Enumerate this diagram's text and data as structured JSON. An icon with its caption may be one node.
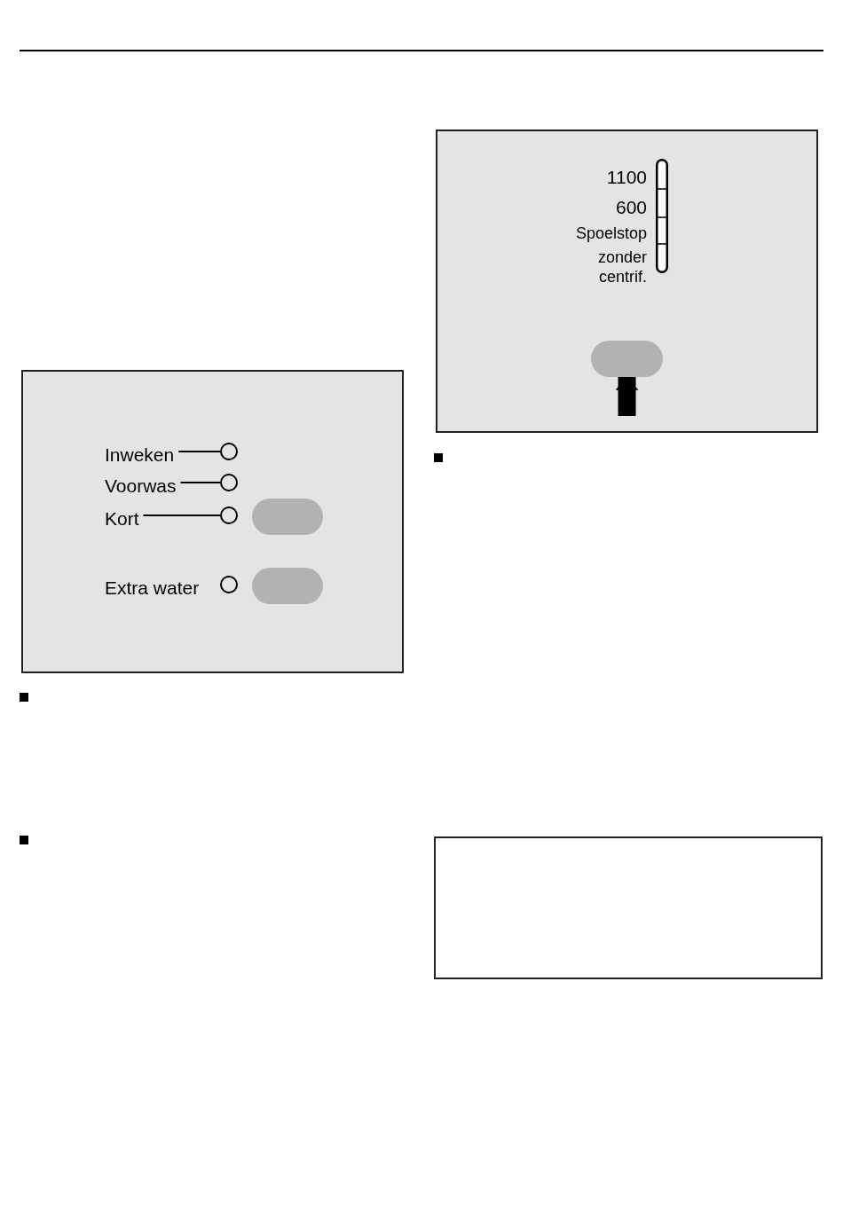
{
  "diagram": {
    "nodes": [
      {
        "text": [],
        "shape": "box"
      },
      {
        "text": [
          "Inweken"
        ],
        "in": 0
      },
      {
        "text": [
          "Voorwas"
        ],
        "in": 0
      },
      {
        "text": [
          "Kort"
        ],
        "in": 0
      },
      {
        "text": [
          "Extra water"
        ],
        "in": 0
      },
      {
        "text": [],
        "shape": "circle",
        "in": 0
      },
      {
        "text": [],
        "shape": "circle",
        "in": 0
      },
      {
        "text": [],
        "shape": "circle",
        "in": 0
      },
      {
        "text": [],
        "shape": "circle",
        "in": 0
      },
      {
        "text": [],
        "shape": "button",
        "in": 0
      },
      {
        "text": [],
        "shape": "button",
        "in": 0
      },
      {
        "text": [],
        "shape": "box"
      },
      {
        "text": [
          "1100"
        ],
        "in": 11
      },
      {
        "text": [
          "600"
        ],
        "in": 11
      },
      {
        "text": [
          "Spoelstop"
        ],
        "in": 11
      },
      {
        "text": [
          "zonder centrif."
        ],
        "in": 11
      },
      {
        "text": [],
        "shape": "bar",
        "in": 11
      },
      {
        "text": [],
        "shape": "button",
        "in": 11
      },
      {
        "text": [],
        "shape": "box"
      }
    ],
    "edges": [
      {
        "from": 1,
        "to": 5,
        "arrow": "none"
      },
      {
        "from": 2,
        "to": 6,
        "arrow": "none"
      },
      {
        "from": 3,
        "to": 7,
        "arrow": "none"
      },
      {
        "from": null,
        "to": 17,
        "arrow": "to",
        "style": "thick"
      }
    ]
  }
}
